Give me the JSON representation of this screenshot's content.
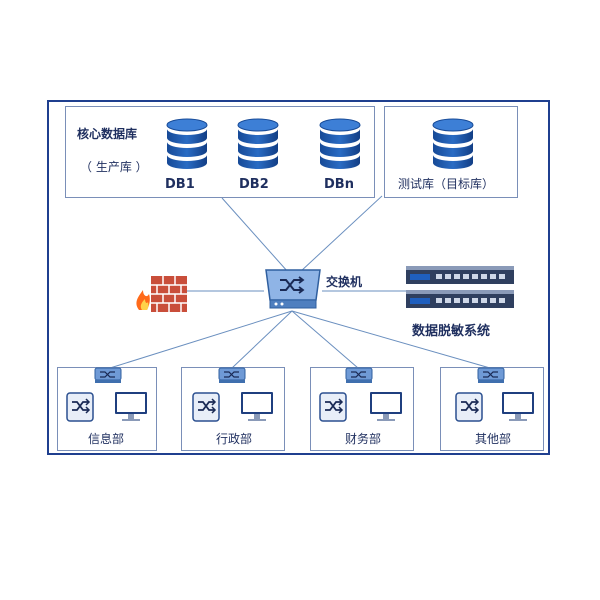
{
  "core_db": {
    "title": "核心数据库",
    "subtitle": "（ 生产库 ）",
    "dbs": [
      "DB1",
      "DB2",
      "DBn"
    ]
  },
  "test_db": {
    "label": "测试库（目标库）"
  },
  "switch": {
    "label": "交换机"
  },
  "masking": {
    "label": "数据脱敏系统"
  },
  "departments": [
    "信息部",
    "行政部",
    "财务部",
    "其他部"
  ],
  "colors": {
    "db_blue": "#1f4f9f",
    "frame": "#1f3f8f",
    "line": "#5a7fb0"
  }
}
